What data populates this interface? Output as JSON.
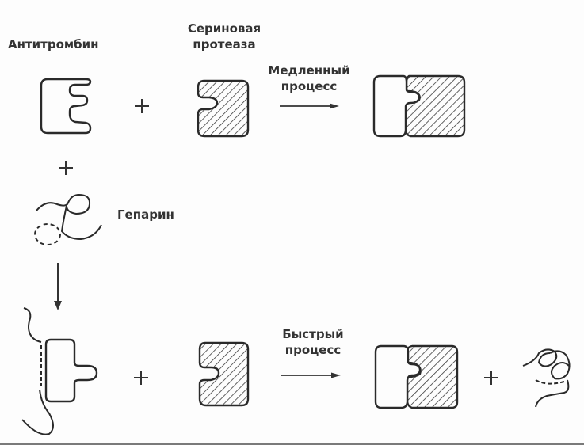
{
  "labels": {
    "antithrombin": "Антитромбин",
    "serine_protease_line1": "Сериновая",
    "serine_protease_line2": "протеаза",
    "slow_line1": "Медленный",
    "slow_line2": "процесс",
    "heparin": "Гепарин",
    "fast_line1": "Быстрый",
    "fast_line2": "процесс"
  },
  "symbols": {
    "plus": "+"
  },
  "colors": {
    "stroke": "#2a2a2a",
    "hatch": "#3a3a3a",
    "background": "#fdfdfd"
  }
}
